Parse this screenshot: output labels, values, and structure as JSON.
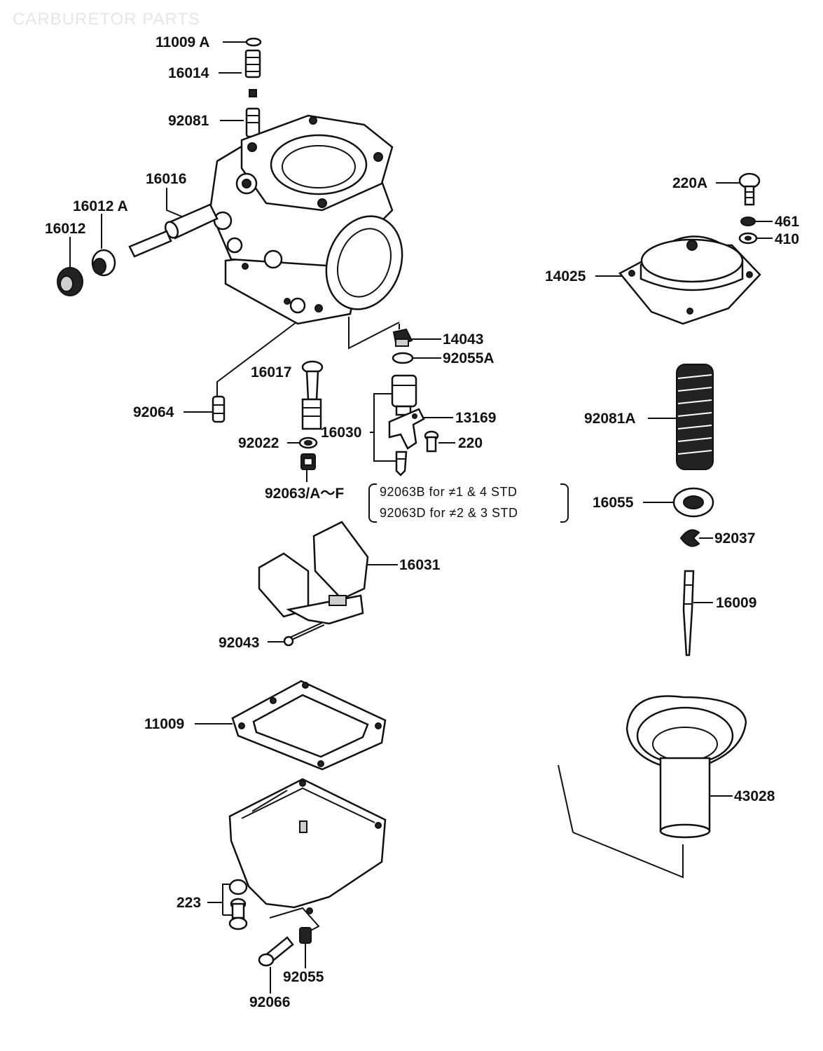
{
  "watermark": "CARBURETOR PARTS",
  "labels": {
    "p11009A": "11009 A",
    "p16014": "16014",
    "p92081": "92081",
    "p16016": "16016",
    "p16012A": "16012 A",
    "p16012": "16012",
    "p220A": "220A",
    "p461": "461",
    "p410": "410",
    "p14025": "14025",
    "p14043": "14043",
    "p92055A": "92055A",
    "p16017": "16017",
    "p92064": "92064",
    "p16030": "16030",
    "p13169": "13169",
    "p220": "220",
    "p92022": "92022",
    "p92063AF": "92063/A～F",
    "p92081A": "92081A",
    "p16055": "16055",
    "p92037": "92037",
    "p16031": "16031",
    "p16009": "16009",
    "p92043": "92043",
    "p11009": "11009",
    "p43028": "43028",
    "p223": "223",
    "p92055": "92055",
    "p92066": "92066"
  },
  "notes": {
    "line1": "92063B  for  ≠1 & 4 STD",
    "line2": "92063D  for  ≠2 & 3 STD"
  }
}
